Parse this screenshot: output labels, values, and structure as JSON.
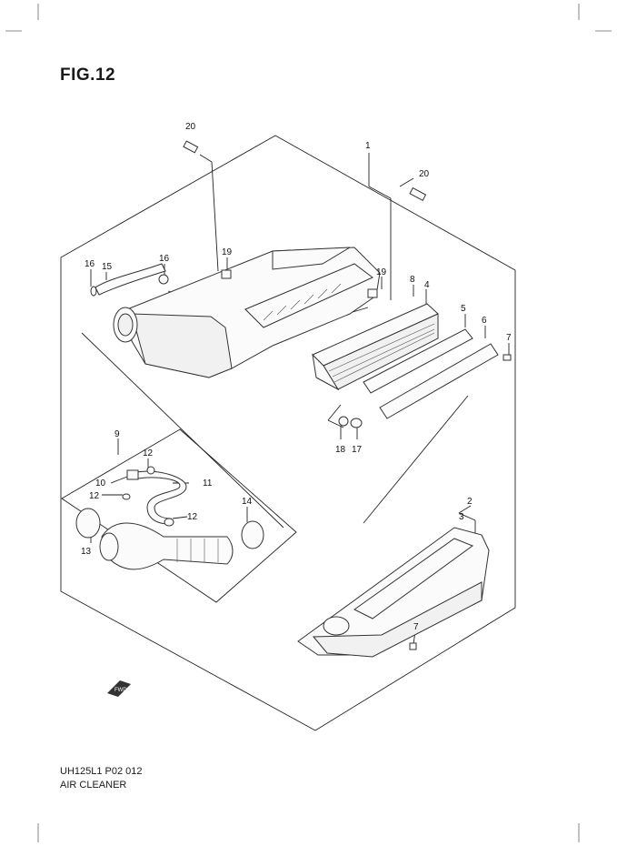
{
  "figure": {
    "title": "FIG.12"
  },
  "footer": {
    "code": "UH125L1 P02  012",
    "name": "AIR CLEANER"
  },
  "callouts": [
    "20",
    "1",
    "20",
    "19",
    "19",
    "16",
    "15",
    "16",
    "8",
    "4",
    "5",
    "6",
    "7",
    "18",
    "17",
    "9",
    "12",
    "10",
    "11",
    "12",
    "12",
    "14",
    "13",
    "2",
    "3",
    "7"
  ],
  "fwd_label": "FWD"
}
